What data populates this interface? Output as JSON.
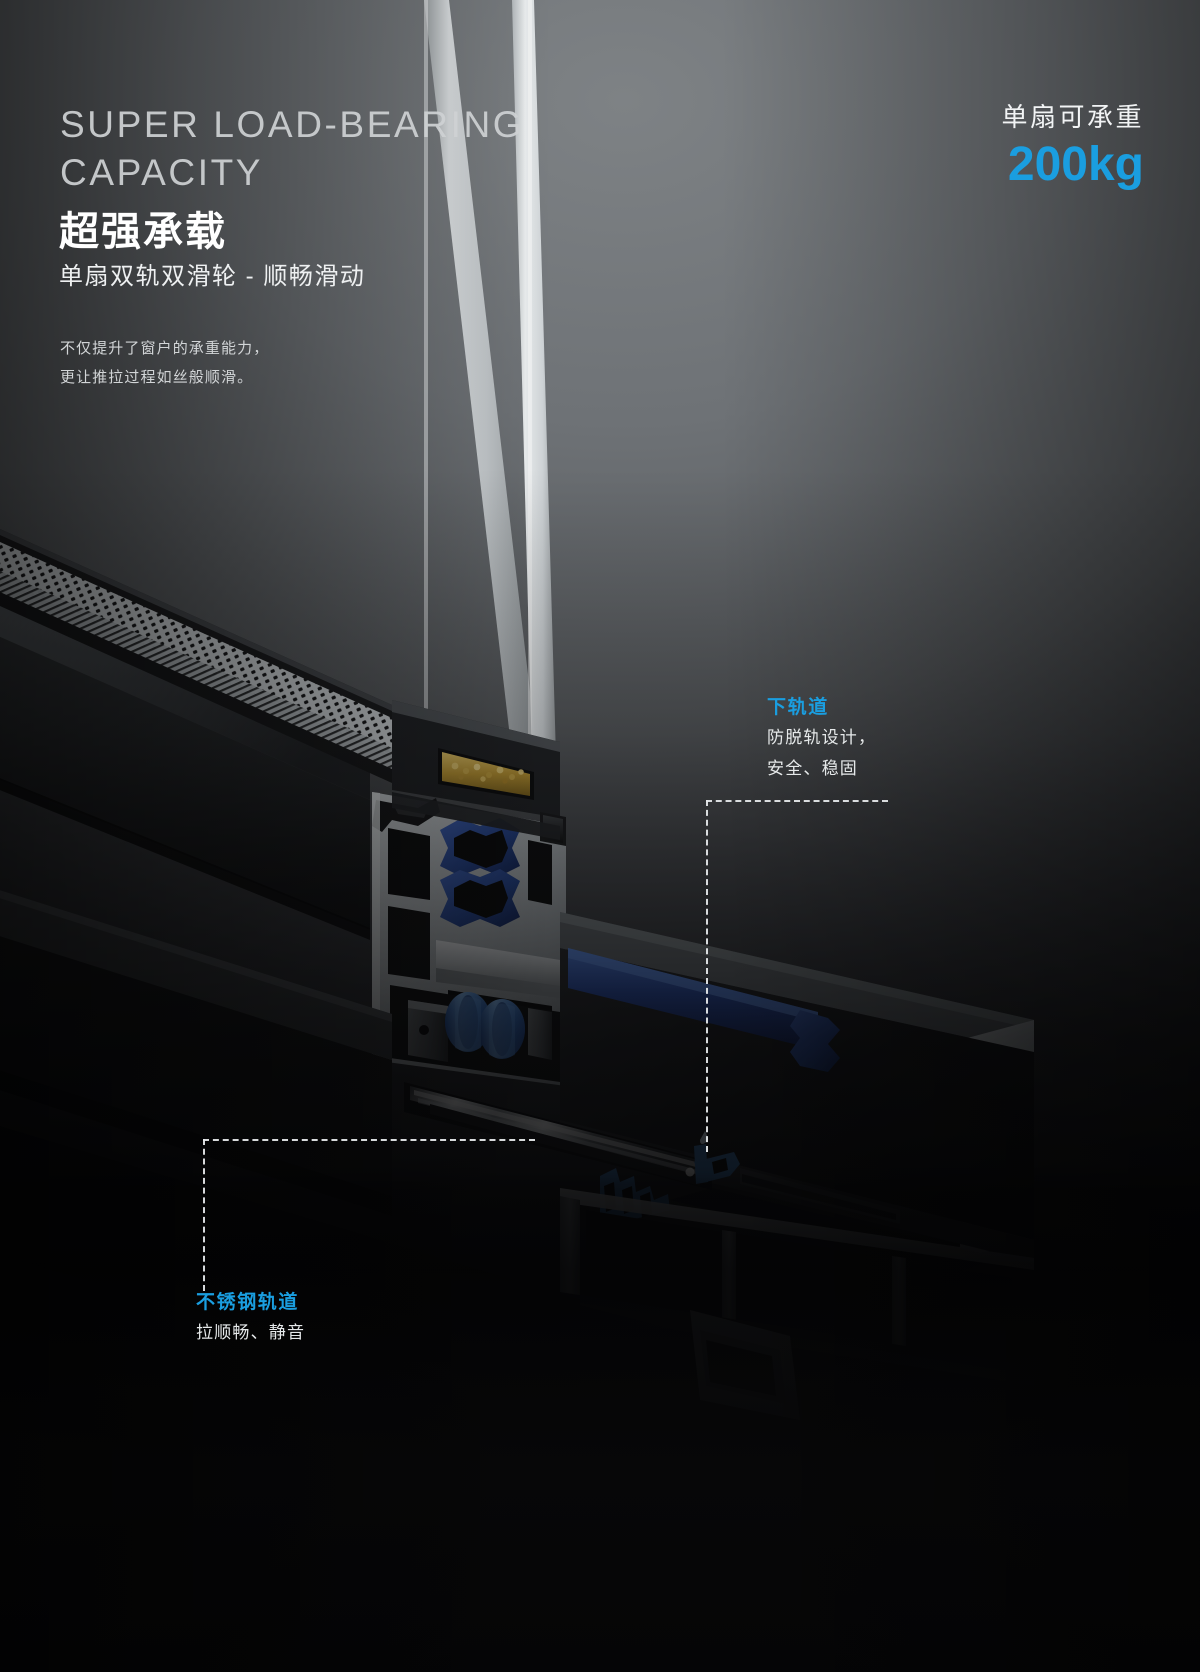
{
  "meta": {
    "kind": "product-marketing-slide",
    "subject": "aluminium sliding window profile cutaway"
  },
  "headline": {
    "english": "SUPER LOAD-BEARING\nCAPACITY",
    "chinese": "超强承载",
    "chinese_sub": "单扇双轨双滑轮 - 顺畅滑动"
  },
  "body": {
    "paragraph": "不仅提升了窗户的承重能力，\n更让推拉过程如丝般顺滑。"
  },
  "badge": {
    "label": "单扇可承重",
    "value": "200kg"
  },
  "callouts": [
    {
      "id": "lower-track",
      "title": "下轨道",
      "body": "防脱轨设计，\n安全、稳固"
    },
    {
      "id": "stainless-rail",
      "title": "不锈钢轨道",
      "body": "拉顺畅、静音"
    }
  ],
  "colors": {
    "accent_blue": "#1a9ee0",
    "thermal_break_blue": "#2b4f9e",
    "roller_blue": "#3f78c8",
    "aluminium_light": "#d8dcdf",
    "aluminium_mid": "#9aa0a4",
    "aluminium_dark": "#5a5f63",
    "text_white": "#ffffff",
    "text_grey": "#d2d5d7",
    "background_top": "#74787c",
    "background_bottom": "#070708",
    "desiccant_gold": "#c8a13c"
  },
  "product_parts": [
    {
      "name": "glass-pane-left",
      "material": "glass"
    },
    {
      "name": "glass-pane-right",
      "material": "glass"
    },
    {
      "name": "warm-edge-spacer-bar",
      "material": "perforated aluminium"
    },
    {
      "name": "desiccant-beads",
      "material": "molecular sieve"
    },
    {
      "name": "sash-profile",
      "material": "aluminium"
    },
    {
      "name": "thermal-break-strip",
      "material": "polyamide"
    },
    {
      "name": "twin-roller-wheel",
      "material": "nylon"
    },
    {
      "name": "stainless-steel-rail",
      "material": "stainless steel"
    },
    {
      "name": "sill-frame-profile",
      "material": "aluminium"
    },
    {
      "name": "drainage-channel",
      "material": "aluminium"
    },
    {
      "name": "weather-seal-brush",
      "material": "pile seal"
    }
  ]
}
